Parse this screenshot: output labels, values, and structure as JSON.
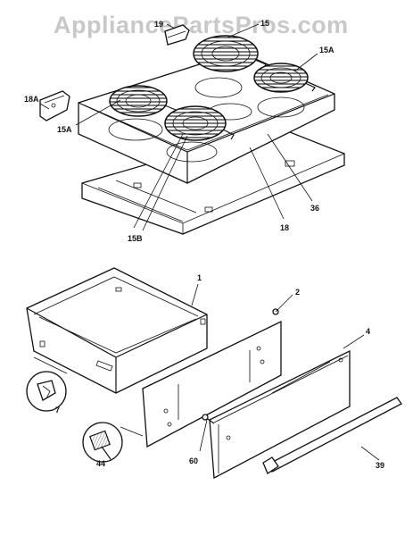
{
  "watermark": "AppliancePartsPros.com",
  "labels": {
    "p19": "19",
    "p15": "15",
    "p15a_right": "15A",
    "p18a": "18A",
    "p15a_left": "15A",
    "p15b": "15B",
    "p18": "18",
    "p36": "36",
    "p1": "1",
    "p2": "2",
    "p4": "4",
    "p7": "7",
    "p44": "44",
    "p60": "60",
    "p39": "39"
  }
}
